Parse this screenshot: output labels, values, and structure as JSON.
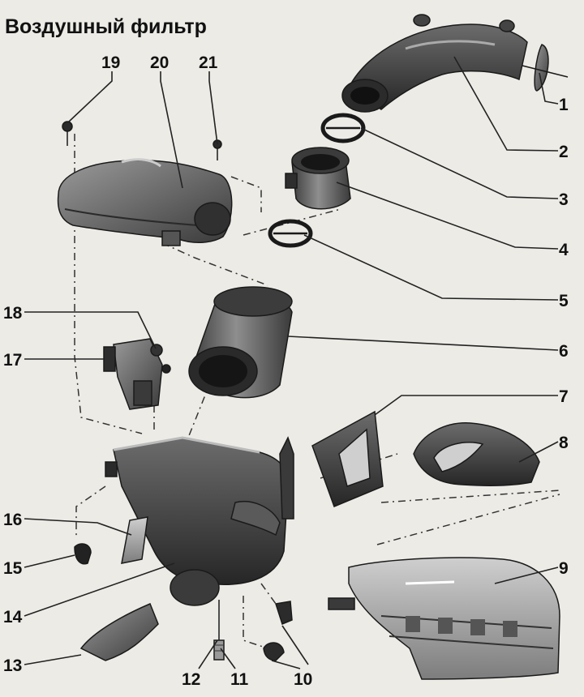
{
  "title": "Воздушный фильтр",
  "callouts": [
    {
      "id": "1",
      "label": "1"
    },
    {
      "id": "2",
      "label": "2"
    },
    {
      "id": "3",
      "label": "3"
    },
    {
      "id": "4",
      "label": "4"
    },
    {
      "id": "5",
      "label": "5"
    },
    {
      "id": "6",
      "label": "6"
    },
    {
      "id": "7",
      "label": "7"
    },
    {
      "id": "8",
      "label": "8"
    },
    {
      "id": "9",
      "label": "9"
    },
    {
      "id": "10",
      "label": "10"
    },
    {
      "id": "11",
      "label": "11"
    },
    {
      "id": "12",
      "label": "12"
    },
    {
      "id": "13",
      "label": "13"
    },
    {
      "id": "14",
      "label": "14"
    },
    {
      "id": "15",
      "label": "15"
    },
    {
      "id": "16",
      "label": "16"
    },
    {
      "id": "17",
      "label": "17"
    },
    {
      "id": "18",
      "label": "18"
    },
    {
      "id": "19",
      "label": "19"
    },
    {
      "id": "20",
      "label": "20"
    },
    {
      "id": "21",
      "label": "21"
    }
  ]
}
